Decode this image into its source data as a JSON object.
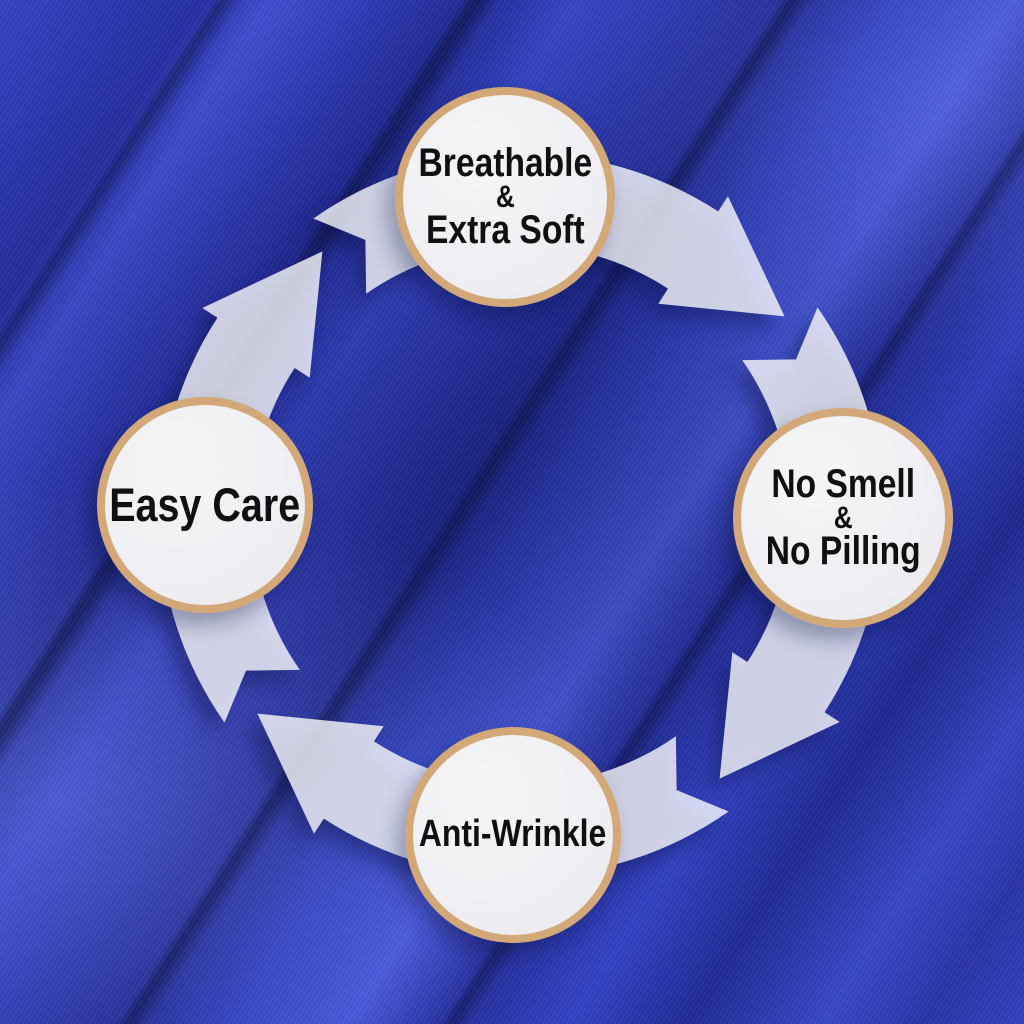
{
  "diagram": {
    "type": "circular-cycle",
    "cycle_arrows": {
      "count": 4,
      "direction": "clockwise"
    },
    "badges": [
      {
        "id": "top",
        "name": "breathable-extra-soft",
        "lines": [
          "Breathable",
          "&",
          "Extra Soft"
        ]
      },
      {
        "id": "right",
        "name": "no-smell-no-pilling",
        "lines": [
          "No Smell",
          "&",
          "No Pilling"
        ]
      },
      {
        "id": "bottom",
        "name": "anti-wrinkle",
        "lines": [
          "Anti-Wrinkle"
        ]
      },
      {
        "id": "left",
        "name": "easy-care",
        "lines": [
          "Easy Care"
        ]
      }
    ],
    "colors": {
      "fabric_blue": "#2e3ab4",
      "fabric_highlight": "#4757d8",
      "fabric_shadow": "#1e2990",
      "badge_fill": "#efeff3",
      "badge_border": "#d2a878",
      "badge_text": "#101010",
      "arrow_fill": "rgba(255,255,255,0.78)"
    }
  }
}
